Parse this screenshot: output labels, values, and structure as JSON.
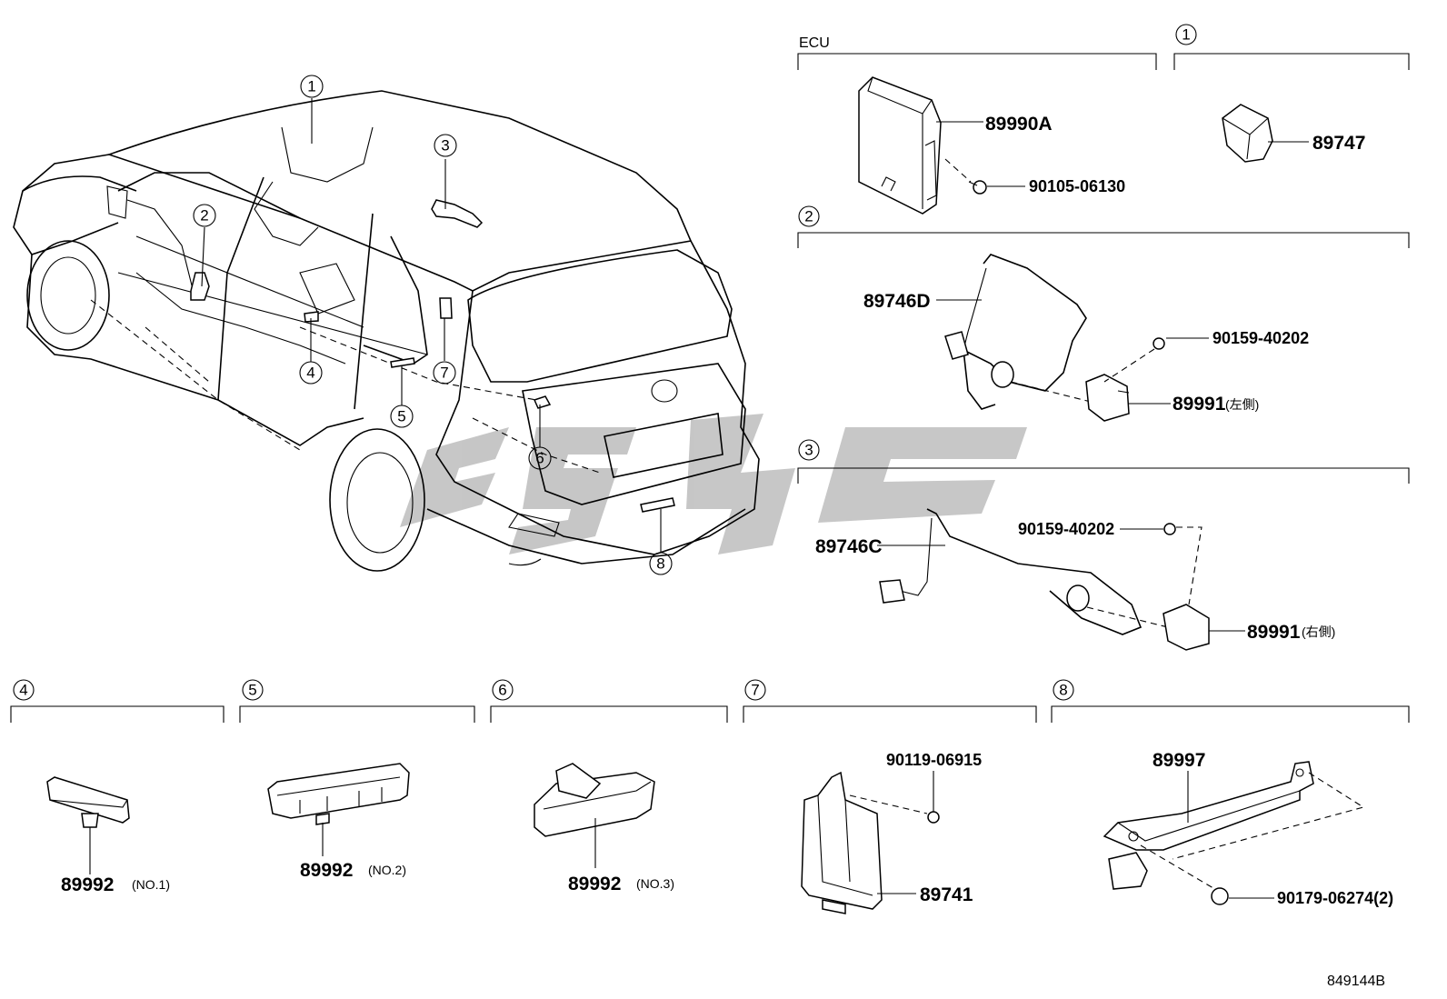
{
  "diagram_id": "849144B",
  "watermark_text": "EPC",
  "section_labels": {
    "ecu": "ECU",
    "s1": "1",
    "s2": "2",
    "s3": "3",
    "s4": "4",
    "s5": "5",
    "s6": "6",
    "s7": "7",
    "s8": "8"
  },
  "car_callouts": [
    "1",
    "2",
    "3",
    "4",
    "5",
    "6",
    "7",
    "8"
  ],
  "parts": {
    "p89990A": "89990A",
    "p90105": "90105-06130",
    "p89747": "89747",
    "p89746D": "89746D",
    "p90159a": "90159-40202",
    "p89991L": "89991",
    "p89991L_note": "(左側)",
    "p89746C": "89746C",
    "p90159b": "90159-40202",
    "p89991R": "89991",
    "p89991R_note": "(右側)",
    "p89992_1": "89992",
    "p89992_1_note": "(NO.1)",
    "p89992_2": "89992",
    "p89992_2_note": "(NO.2)",
    "p89992_3": "89992",
    "p89992_3_note": "(NO.3)",
    "p90119": "90119-06915",
    "p89741": "89741",
    "p89997": "89997",
    "p90179": "90179-06274(2)"
  },
  "colors": {
    "line": "#000000",
    "watermark": "#bdbdbd",
    "background": "#ffffff"
  }
}
